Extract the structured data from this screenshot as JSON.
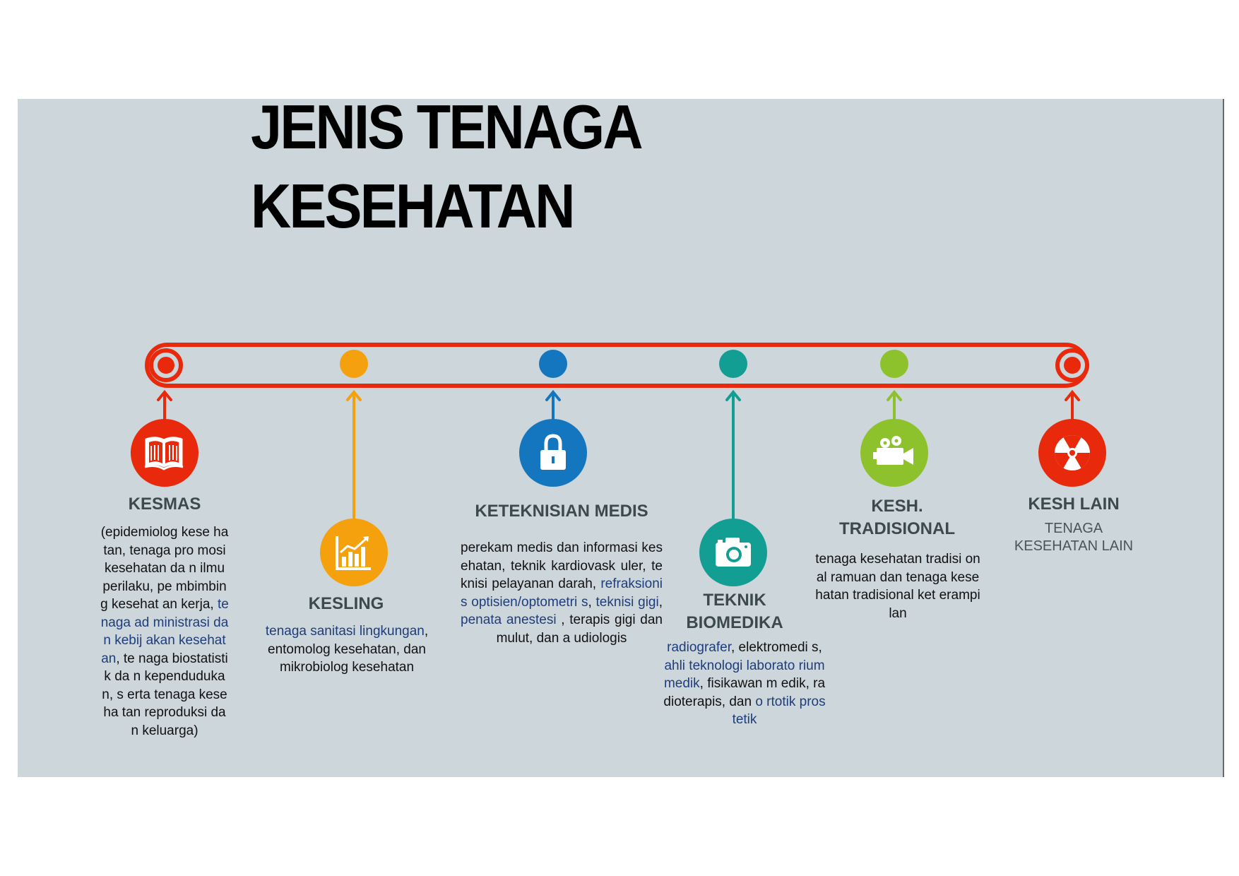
{
  "title": {
    "line1": "JENIS TENAGA",
    "line2": "KESEHATAN"
  },
  "colors": {
    "red": "#e8290b",
    "orange": "#f5a00d",
    "blue": "#1576c0",
    "teal": "#129e92",
    "green": "#8dc22c",
    "track": "#e8290b",
    "background": "#cdd6da"
  },
  "categories": [
    {
      "id": "kesmas",
      "label": "KESMAS",
      "icon": "book-icon",
      "color": "#e8290b",
      "desc": [
        {
          "t": "(epidemiolog kese hatan, tenaga pro mosi kesehatan da n ilmu perilaku, pe mbimbing kesehat an kerja, "
        },
        {
          "t": "tenaga ad ministrasi dan kebij akan kesehatan",
          "link": true
        },
        {
          "t": ", te naga biostatistik da n kependudukan, s erta tenaga keseha tan reproduksi dan keluarga)"
        }
      ]
    },
    {
      "id": "kesling",
      "label": "KESLING",
      "icon": "bar-chart-icon",
      "color": "#f5a00d",
      "desc": [
        {
          "t": "tenaga sanitasi lingkungan",
          "link": true
        },
        {
          "t": ", entomolog kesehatan, dan mikrobiolog kesehatan"
        }
      ]
    },
    {
      "id": "keteknisian",
      "label": "KETEKNISIAN MEDIS",
      "icon": "padlock-icon",
      "color": "#1576c0",
      "desc": [
        {
          "t": "perekam medis dan informasi kesehatan, teknik kardiovask uler, teknisi pelayanan darah, "
        },
        {
          "t": "refraksionis optisien/optometri s",
          "link": true
        },
        {
          "t": ", "
        },
        {
          "t": "teknisi gigi",
          "link": true
        },
        {
          "t": ", "
        },
        {
          "t": "penata anestesi",
          "link": true
        },
        {
          "t": " , terapis gigi dan mulut, dan a udiologis"
        }
      ]
    },
    {
      "id": "biomedika",
      "label": "TEKNIK BIOMEDIKA",
      "label_line1": "TEKNIK",
      "label_line2": "BIOMEDIKA",
      "icon": "camera-icon",
      "color": "#129e92",
      "desc": [
        {
          "t": "radiografer",
          "link": true
        },
        {
          "t": ", elektromedi s, "
        },
        {
          "t": "ahli teknologi laborato rium medik",
          "link": true
        },
        {
          "t": ", fisikawan m edik, radioterapis, dan "
        },
        {
          "t": "o rtotik prostetik",
          "link": true
        }
      ]
    },
    {
      "id": "tradisional",
      "label": "KESH. TRADISIONAL",
      "label_line1": "KESH.",
      "label_line2": "TRADISIONAL",
      "icon": "video-camera-icon",
      "color": "#8dc22c",
      "desc": [
        {
          "t": "tenaga kesehatan tradisi onal ramuan dan tenaga kesehatan tradisional ket erampilan"
        }
      ]
    },
    {
      "id": "lain",
      "label": "KESH LAIN",
      "icon": "radiation-icon",
      "color": "#e8290b",
      "sub": "TENAGA KESEHATAN LAIN"
    }
  ]
}
